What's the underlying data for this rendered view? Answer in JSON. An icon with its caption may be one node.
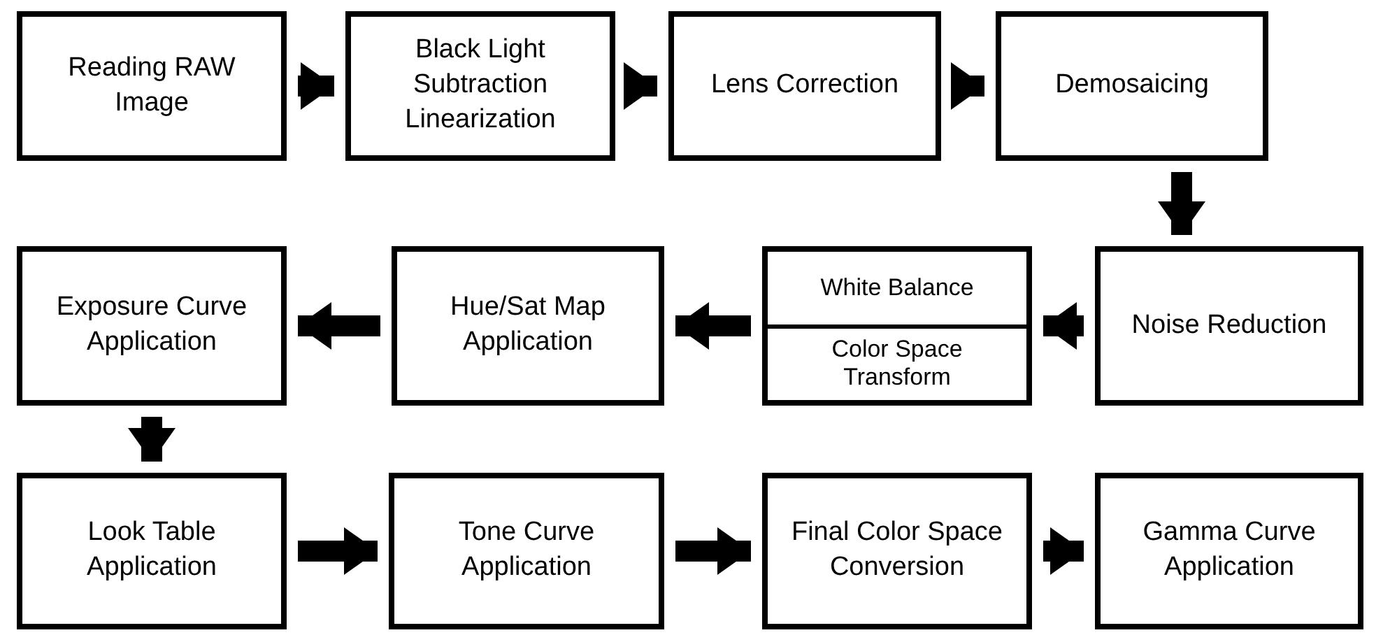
{
  "diagram": {
    "nodes": [
      {
        "text": [
          "Reading RAW Image"
        ]
      },
      {
        "text": [
          "Black Light Subtraction Linearization"
        ]
      },
      {
        "text": [
          "Lens Correction"
        ]
      },
      {
        "text": [
          "Demosaicing"
        ]
      },
      {
        "text": [
          "Exposure Curve Application"
        ]
      },
      {
        "text": [
          "Hue/Sat Map Application"
        ]
      },
      {
        "text": [
          "White Balance",
          "Color Space Transform"
        ]
      },
      {
        "text": [
          "Noise Reduction"
        ]
      },
      {
        "text": [
          "Look Table Application"
        ]
      },
      {
        "text": [
          "Tone Curve Application"
        ]
      },
      {
        "text": [
          "Final Color Space Conversion"
        ]
      },
      {
        "text": [
          "Gamma Curve Application"
        ]
      }
    ],
    "edges": [
      {
        "from": 0,
        "to": 1,
        "arrow": "to"
      },
      {
        "from": 1,
        "to": 2,
        "arrow": "to"
      },
      {
        "from": 2,
        "to": 3,
        "arrow": "to"
      },
      {
        "from": 3,
        "to": 7,
        "arrow": "to"
      },
      {
        "from": 7,
        "to": 6,
        "arrow": "to"
      },
      {
        "from": 6,
        "to": 5,
        "arrow": "to"
      },
      {
        "from": 5,
        "to": 4,
        "arrow": "to"
      },
      {
        "from": 4,
        "to": 8,
        "arrow": "to"
      },
      {
        "from": 8,
        "to": 9,
        "arrow": "to"
      },
      {
        "from": 9,
        "to": 10,
        "arrow": "to"
      },
      {
        "from": 10,
        "to": 11,
        "arrow": "to"
      }
    ]
  }
}
